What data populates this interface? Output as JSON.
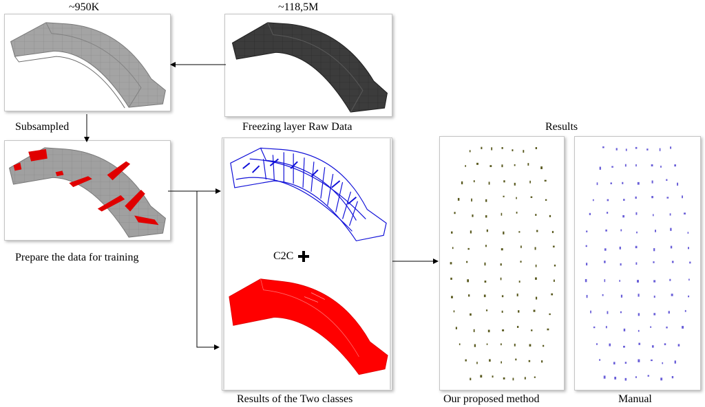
{
  "diagram": {
    "label_subsampled_count": "~950K",
    "label_raw_count": "~118,5M",
    "caption_subsampled": "Subsampled",
    "caption_raw": "Freezing layer Raw Data",
    "caption_prepare": "Prepare the data for training",
    "caption_results_header": "Results",
    "caption_two_classes": "Results of the Two classes",
    "caption_proposed": "Our proposed method",
    "caption_manual": "Manual",
    "label_c2c": "C2C"
  },
  "colors": {
    "subsampled_mesh": "#9a9a9a",
    "raw_mesh": "#3a3a3a",
    "training_highlight": "#e00000",
    "class_blue": "#1010d8",
    "class_red": "#ff0000",
    "proposed_points": "#5a5a20",
    "manual_points": "#6a5fd8"
  }
}
